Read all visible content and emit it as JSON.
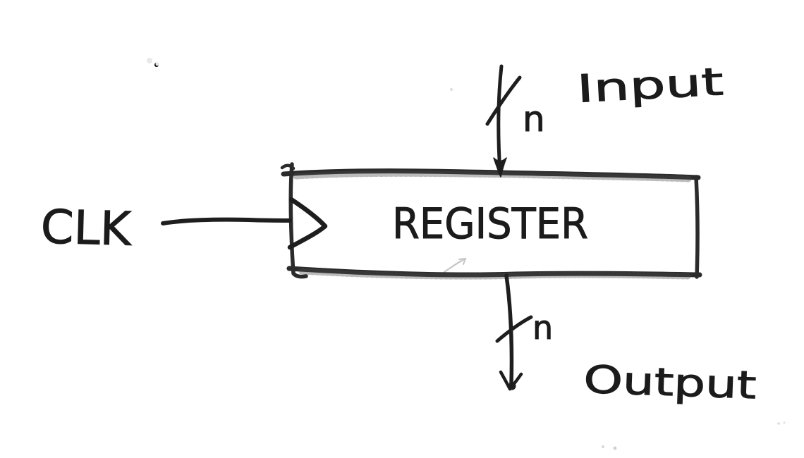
{
  "diagram": {
    "type": "hand-drawn-circuit-schematic",
    "box_label": "REGISTER",
    "clk_label": "CLK",
    "input": {
      "label": "Input",
      "bus_width": "n"
    },
    "output": {
      "label": "Output",
      "bus_width": "n"
    },
    "colors": {
      "ink": "#1e1e1e",
      "box_edge": "#2b2b2b",
      "background": "#ffffff",
      "faint_pencil": "#c6c6c6"
    }
  }
}
